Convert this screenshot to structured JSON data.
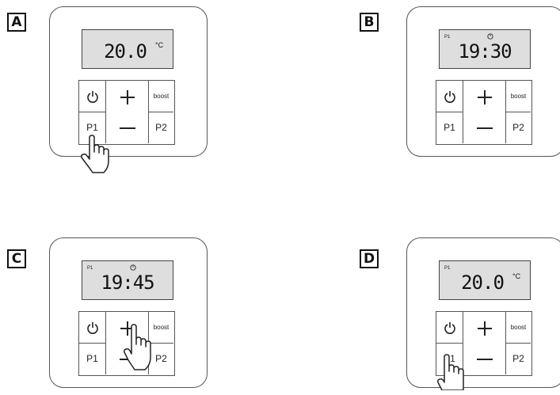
{
  "panels": [
    {
      "id": "A",
      "label": "A",
      "show_p1": false,
      "show_clock": false,
      "display_value": "20.0",
      "display_unit": "°C",
      "keys": {
        "p1": "P1",
        "p2": "P2",
        "boost": "boost"
      },
      "hand_on": "p1-button"
    },
    {
      "id": "B",
      "label": "B",
      "show_p1": true,
      "lcd_p1": "P1",
      "show_clock": true,
      "display_value": "19:30",
      "display_unit": "",
      "keys": {
        "p1": "P1",
        "p2": "P2",
        "boost": "boost"
      },
      "hand_on": null
    },
    {
      "id": "C",
      "label": "C",
      "show_p1": true,
      "lcd_p1": "P1",
      "show_clock": true,
      "display_value": "19:45",
      "display_unit": "",
      "keys": {
        "p1": "P1",
        "p2": "P2",
        "boost": "boost"
      },
      "hand_on": "plus-button"
    },
    {
      "id": "D",
      "label": "D",
      "show_p1": true,
      "lcd_p1": "P1",
      "show_clock": false,
      "display_value": "20.0",
      "display_unit": "°C",
      "keys": {
        "p1": "P1",
        "p2": "P2",
        "boost": "boost"
      },
      "hand_on": "p1-button"
    }
  ],
  "icons": {
    "power": "power-icon",
    "plus": "plus-icon",
    "minus": "minus-icon",
    "clock": "clock-icon",
    "hand": "pointing-hand-icon"
  }
}
